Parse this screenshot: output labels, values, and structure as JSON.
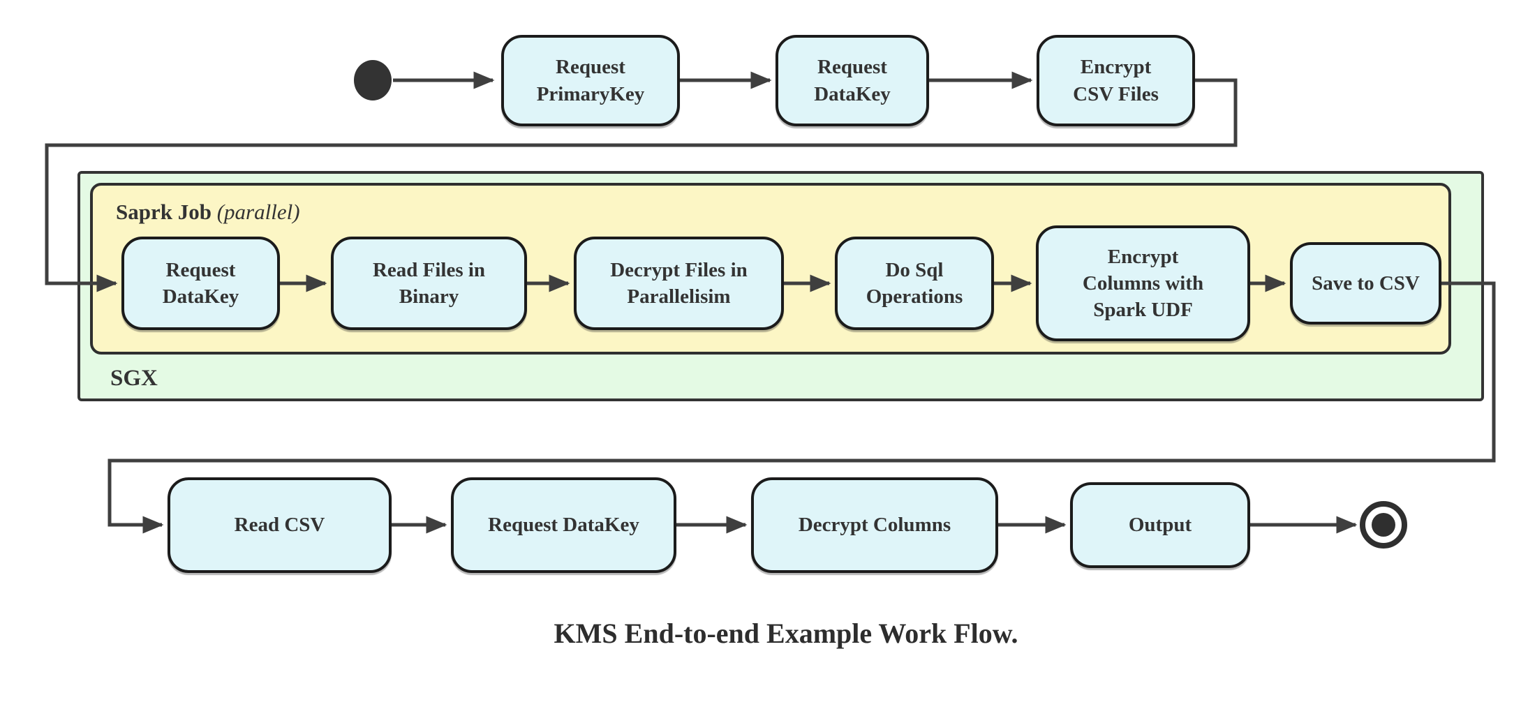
{
  "title": "KMS End-to-end Example Work Flow.",
  "containers": {
    "sgx_label": "SGX",
    "spark_label": "Saprk Job",
    "spark_label_suffix": "(parallel)"
  },
  "nodes": {
    "r1_request_primarykey": "Request\nPrimaryKey",
    "r1_request_datakey": "Request\nDataKey",
    "r1_encrypt_csv_files": "Encrypt\nCSV Files",
    "spark_request_datakey": "Request\nDataKey",
    "spark_read_files_in_binary": "Read Files in\nBinary",
    "spark_decrypt_files_in_parallelisim": "Decrypt Files in\nParallelisim",
    "spark_do_sql_operations": "Do Sql\nOperations",
    "spark_encrypt_columns_with_spark_udf": "Encrypt\nColumns with\nSpark UDF",
    "spark_save_to_csv": "Save to CSV",
    "r3_read_csv": "Read CSV",
    "r3_request_datakey": "Request DataKey",
    "r3_decrypt_columns": "Decrypt Columns",
    "r3_output": "Output"
  },
  "colors": {
    "node_fill": "#dff5f9",
    "node_border": "#1b1b1b",
    "spark_container_fill": "#fcf6c5",
    "sgx_container_fill": "#e4fae4",
    "edge_line": "#3f3f3f",
    "text": "#333333",
    "state_dot": "#333333"
  }
}
